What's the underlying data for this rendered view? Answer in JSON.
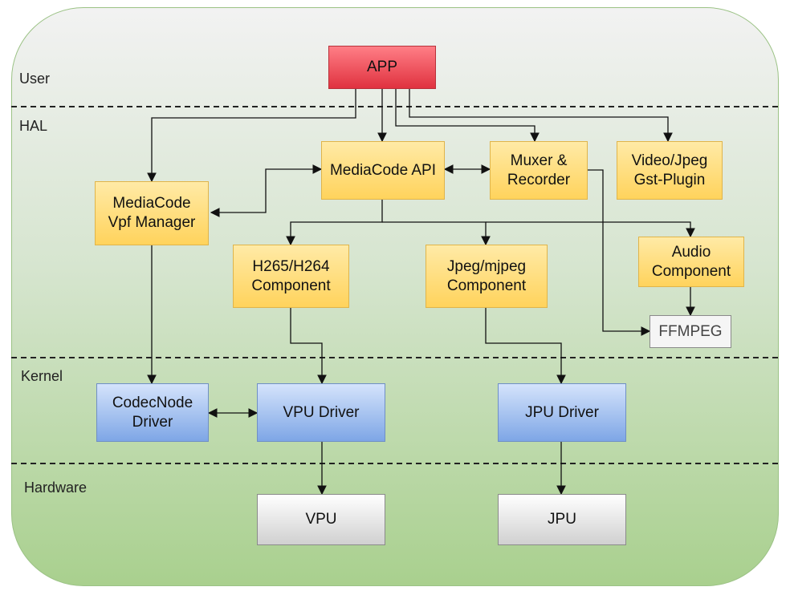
{
  "layers": {
    "user": "User",
    "hal": "HAL",
    "kernel": "Kernel",
    "hardware": "Hardware"
  },
  "boxes": {
    "app": "APP",
    "mediacode_api": "MediaCode API",
    "muxer": "Muxer &\nRecorder",
    "gst_plugin": "Video/Jpeg\nGst-Plugin",
    "vpf_manager": "MediaCode\nVpf Manager",
    "h265": "H265/H264\nComponent",
    "jpeg": "Jpeg/mjpeg\nComponent",
    "audio": "Audio\nComponent",
    "ffmpeg": "FFMPEG",
    "codecnode": "CodecNode\nDriver",
    "vpu_driver": "VPU Driver",
    "jpu_driver": "JPU Driver",
    "vpu": "VPU",
    "jpu": "JPU"
  }
}
